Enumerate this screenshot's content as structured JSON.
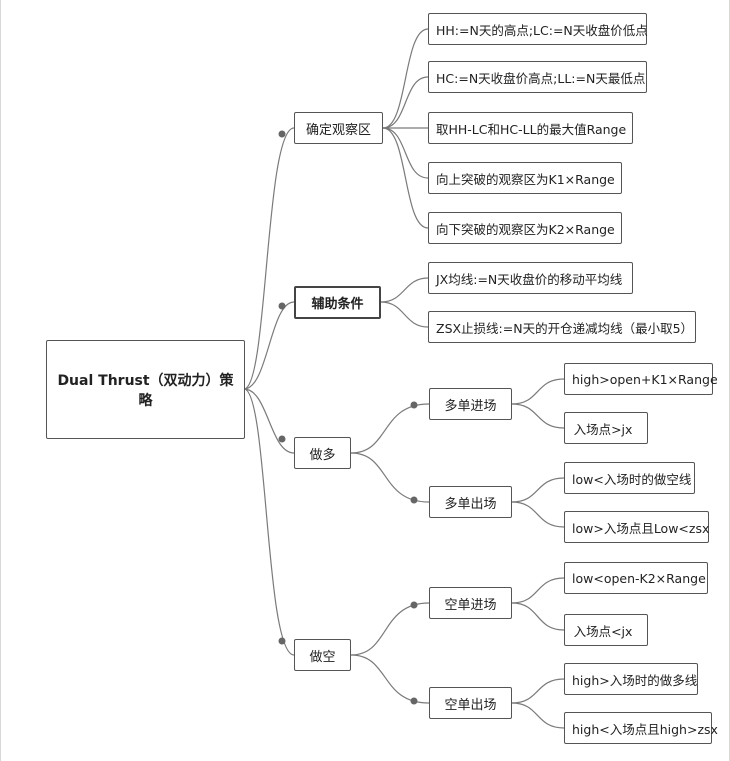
{
  "diagram": {
    "root": {
      "label": "Dual Thrust（双动力）策略"
    },
    "branches": [
      {
        "label": "确定观察区",
        "children": [
          {
            "label": "HH:=N天的高点;LC:=N天收盘价低点"
          },
          {
            "label": "HC:=N天收盘价高点;LL:=N天最低点"
          },
          {
            "label": "取HH-LC和HC-LL的最大值Range"
          },
          {
            "label": "向上突破的观察区为K1×Range"
          },
          {
            "label": "向下突破的观察区为K2×Range"
          }
        ]
      },
      {
        "label": "辅助条件",
        "children": [
          {
            "label": "JX均线:=N天收盘价的移动平均线"
          },
          {
            "label": "ZSX止损线:=N天的开仓递减均线（最小取5）"
          }
        ]
      },
      {
        "label": "做多",
        "children": [
          {
            "label": "多单进场",
            "children": [
              {
                "label": "high>open+K1×Range"
              },
              {
                "label": "入场点>jx"
              }
            ]
          },
          {
            "label": "多单出场",
            "children": [
              {
                "label": "low<入场时的做空线"
              },
              {
                "label": "low>入场点且Low<zsx"
              }
            ]
          }
        ]
      },
      {
        "label": "做空",
        "children": [
          {
            "label": "空单进场",
            "children": [
              {
                "label": "low<open-K2×Range"
              },
              {
                "label": "入场点<jx"
              }
            ]
          },
          {
            "label": "空单出场",
            "children": [
              {
                "label": "high>入场时的做多线"
              },
              {
                "label": "high<入场点且high>zsx"
              }
            ]
          }
        ]
      }
    ]
  }
}
